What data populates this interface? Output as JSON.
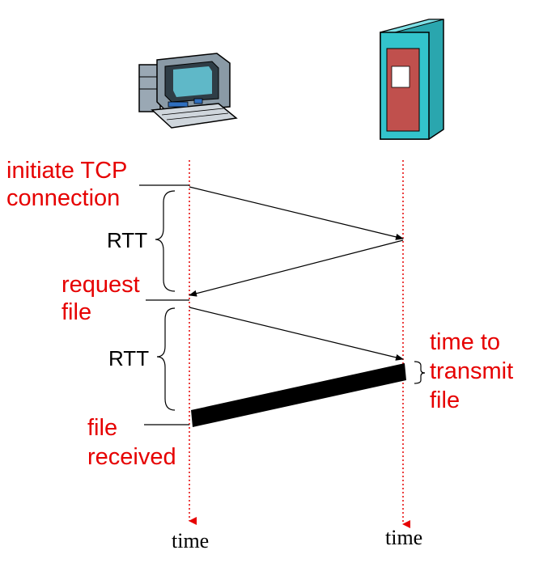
{
  "labels": {
    "initiate_line1": "initiate TCP",
    "initiate_line2": "connection",
    "rtt_top": "RTT",
    "request_line1": "request",
    "request_line2": "file",
    "rtt_bottom": "RTT",
    "transmit_line1": "time to",
    "transmit_line2": "transmit",
    "transmit_line3": "file",
    "received_line1": "file",
    "received_line2": "received",
    "client_time": "time",
    "server_time": "time"
  },
  "icons": {
    "client": "desktop-computer-icon",
    "server": "server-tower-icon"
  },
  "colors": {
    "label_red": "#e60000",
    "timeline_red": "#e60000",
    "server_body": "#33c4cc",
    "server_panel": "#c0504d"
  }
}
